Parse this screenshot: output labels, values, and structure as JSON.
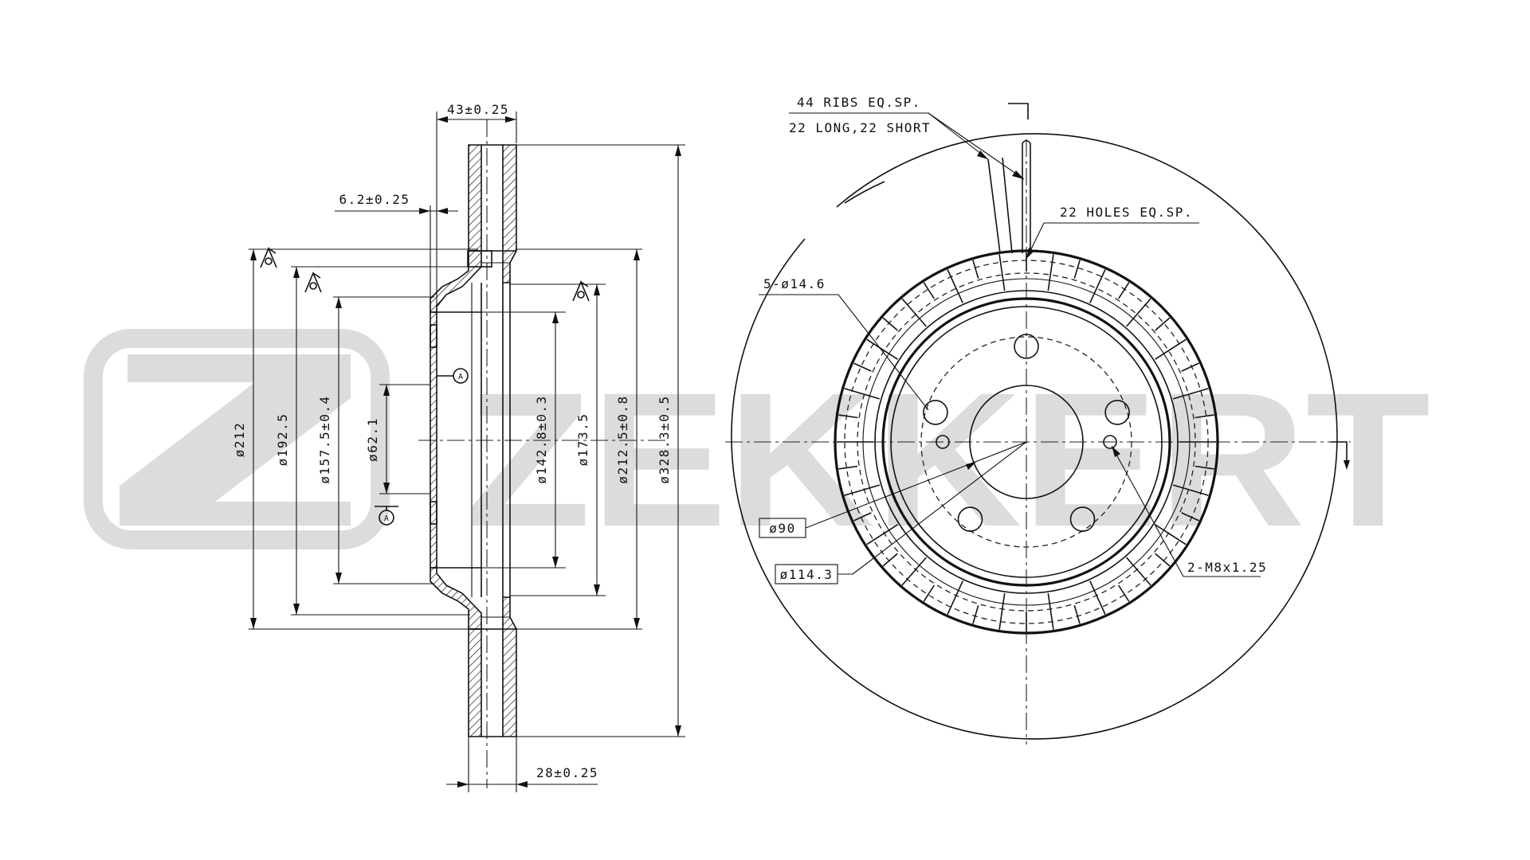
{
  "watermark": {
    "brand": "ZEKKERT",
    "color": "#dcdcdc"
  },
  "side_view": {
    "dims": {
      "overall_width": "43±0.25",
      "hub_flange": "6.2±0.25",
      "rotor_thickness": "28±0.25",
      "d1": "ø212",
      "d2": "ø192.5",
      "d3": "ø157.5±0.4",
      "d4": "ø62.1",
      "d5": "ø142.8±0.3",
      "d6": "ø173.5",
      "d7": "ø212.5±0.8",
      "d8": "ø328.3±0.5"
    },
    "datum_letters": [
      "A",
      "A"
    ]
  },
  "front_view": {
    "notes": {
      "ribs_line1": "44 RIBS EQ.SP.",
      "ribs_line2": "22 LONG,22 SHORT",
      "holes": "22 HOLES EQ.SP.",
      "bolt_holes": "5-ø14.6",
      "center_bore": "ø90",
      "pcd": "ø114.3",
      "threaded": "2-M8x1.25"
    }
  }
}
